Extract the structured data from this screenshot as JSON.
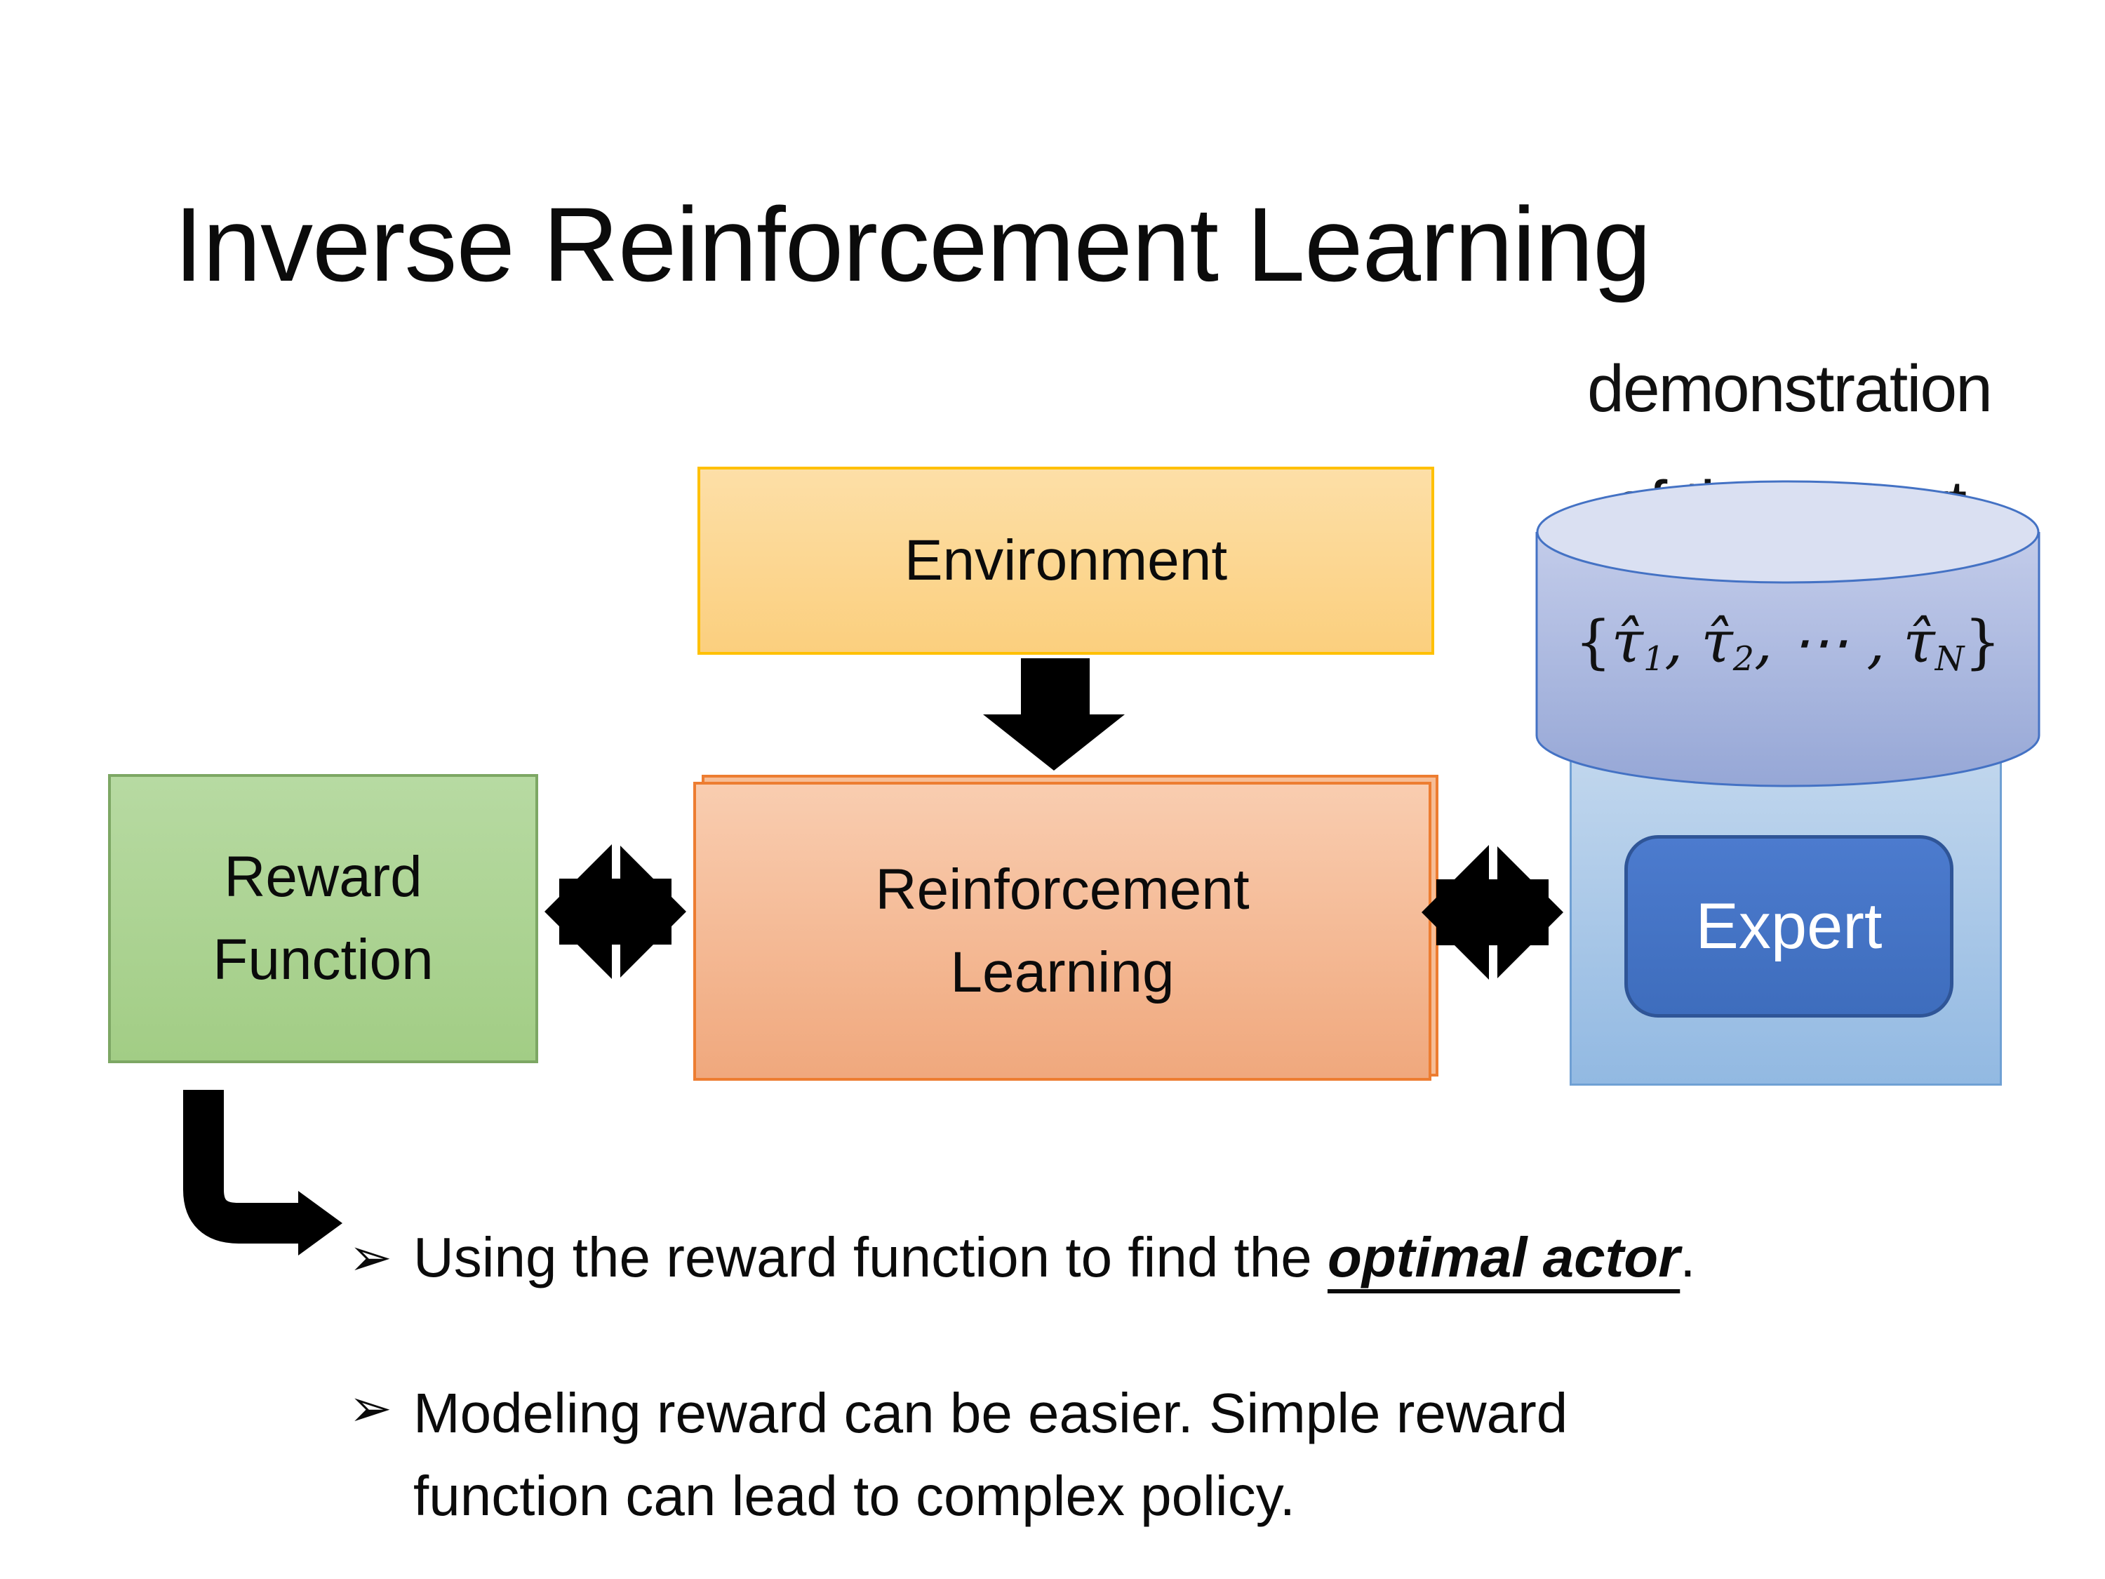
{
  "title": "Inverse Reinforcement Learning",
  "diagram": {
    "environment_label": "Environment",
    "reward_function_label": [
      "Reward",
      "Function"
    ],
    "reinforcement_learning_label": [
      "Reinforcement",
      "Learning"
    ],
    "expert_label": "Expert",
    "demonstration_caption": [
      "demonstration",
      "of the expert"
    ],
    "trajectory_formula": {
      "open": "{",
      "tau": "τ̂",
      "sub1": "1",
      "sep1": ", ",
      "sub2": "2",
      "sep2": ", ",
      "dots": "⋯",
      "sep3": " , ",
      "subN": "N",
      "close": "}"
    }
  },
  "bullets": {
    "marker": "➢",
    "item1": {
      "prefix": "Using the reward function to find the ",
      "highlight": "optimal actor",
      "suffix": "."
    },
    "item2_lines": [
      "Modeling reward can be easier. Simple reward",
      "function can lead to complex policy."
    ]
  },
  "colors": {
    "environment_fill": "#FBD389",
    "environment_border": "#FFC000",
    "reward_fill": "#A9D18E",
    "reward_border": "#7DA764",
    "rl_fill": "#F4B183",
    "rl_border": "#ED7D31",
    "expert_fill": "#4472C4",
    "expert_border": "#2F5597",
    "panel_fill": "#A9C7E8",
    "panel_border": "#6FA0D4",
    "cylinder_fill": "#A9B6DF",
    "cylinder_top_fill": "#DAE0F2",
    "cylinder_border": "#4472C4",
    "arrow_color": "#000000",
    "text_color": "#000000"
  }
}
